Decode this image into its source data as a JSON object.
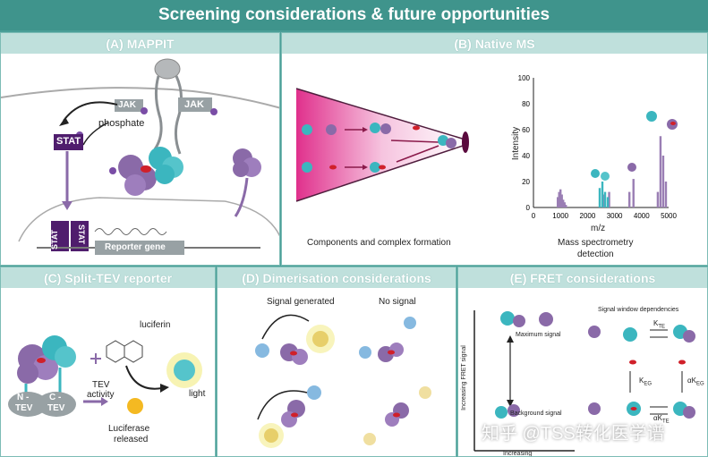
{
  "title": "Screening considerations & future opportunities",
  "panels": {
    "a": {
      "title": "(A) MAPPIT",
      "jak1": "JAK",
      "jak2": "JAK",
      "phosphate": "phosphate",
      "stat": "STAT",
      "stat_dimer_1": "STAT",
      "stat_dimer_2": "STAT",
      "reporter": "Reporter gene"
    },
    "b": {
      "title": "(B) Native MS",
      "left_caption": "Components and complex formation",
      "right_caption_1": "Mass spectrometry",
      "right_caption_2": "detection",
      "ylabel": "Intensity",
      "xlabel": "m/z"
    },
    "c": {
      "title": "(C) Split-TEV reporter",
      "luciferin": "luciferin",
      "n_tev_1": "N -",
      "n_tev_2": "TEV",
      "c_tev_1": "C -",
      "c_tev_2": "TEV",
      "tev_1": "TEV",
      "tev_2": "activity",
      "light": "light",
      "released_1": "Luciferase",
      "released_2": "released"
    },
    "d": {
      "title": "(D) Dimerisation considerations",
      "signal": "Signal generated",
      "nosignal": "No signal"
    },
    "e": {
      "title": "(E) FRET considerations",
      "window": "Signal window dependencies",
      "max": "Maximum signal",
      "bg": "Background signal",
      "yaxis": "Increasing FRET signal",
      "xaxis": "Increasing",
      "kte": "K",
      "kte_sub": "TE",
      "keg": "K",
      "keg_sub": "EG",
      "akeg": "αK",
      "akeg_sub": "EG",
      "akte": "αK",
      "akte_sub": "TE"
    }
  },
  "watermark": "知乎 @TSS转化医学谱",
  "chart_data": {
    "type": "bar",
    "xlabel": "m/z",
    "ylabel": "Intensity",
    "xlim": [
      0,
      5000
    ],
    "ylim": [
      0,
      100
    ],
    "xticks": [
      "0",
      "1000",
      "2000",
      "3000",
      "4000",
      "5000"
    ],
    "yticks": [
      "0",
      "20",
      "40",
      "60",
      "80",
      "100"
    ],
    "series": [
      {
        "color": "#9a7eb4",
        "x": [
          900,
          950,
          1000,
          1050,
          1100,
          1150,
          1200,
          2600,
          2800,
          3550,
          3700,
          4600,
          4700,
          4800,
          4900
        ],
        "values": [
          8,
          12,
          14,
          10,
          6,
          4,
          2,
          10,
          12,
          12,
          22,
          12,
          55,
          40,
          20
        ]
      },
      {
        "color": "#3bb6bf",
        "x": [
          2450,
          2550,
          2650,
          2750
        ],
        "values": [
          15,
          20,
          12,
          8
        ]
      }
    ]
  },
  "colors": {
    "teal": "#3bb6bf",
    "purple": "#8a6aa8",
    "dark_purple": "#4f1d6d",
    "red": "#d0202a",
    "header": "#bfe0dc",
    "banner": "#3f948c"
  }
}
